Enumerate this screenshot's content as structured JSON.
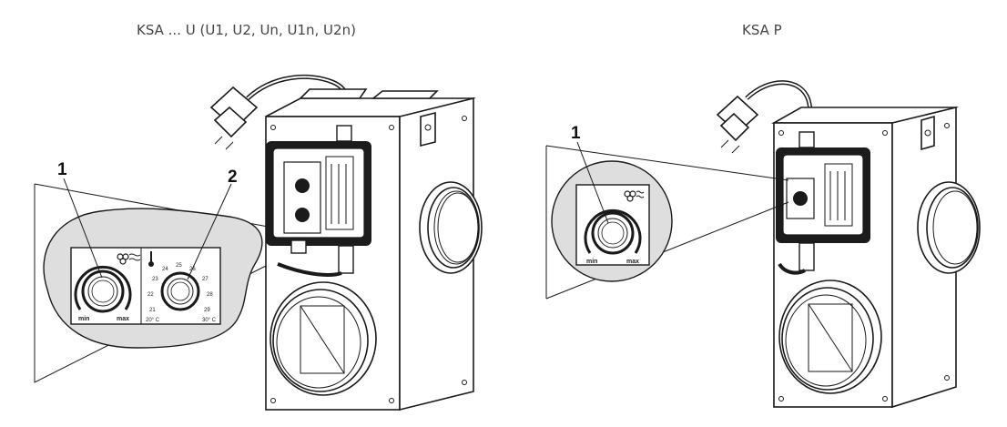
{
  "captions": {
    "left": "KSA ... U (U1, U2, Un, U1n, U2n)",
    "right": "KSA P"
  },
  "callouts": {
    "left_1": "1",
    "left_2": "2",
    "right_1": "1"
  },
  "dial_labels": {
    "min": "min",
    "max": "max",
    "temp_low": "20° C",
    "temp_high": "30° C",
    "scale": [
      "21",
      "22",
      "23",
      "24",
      "25",
      "26",
      "27",
      "28",
      "29"
    ]
  },
  "icons": {
    "fan": "fan-speed-icon",
    "thermometer": "thermometer-icon"
  }
}
